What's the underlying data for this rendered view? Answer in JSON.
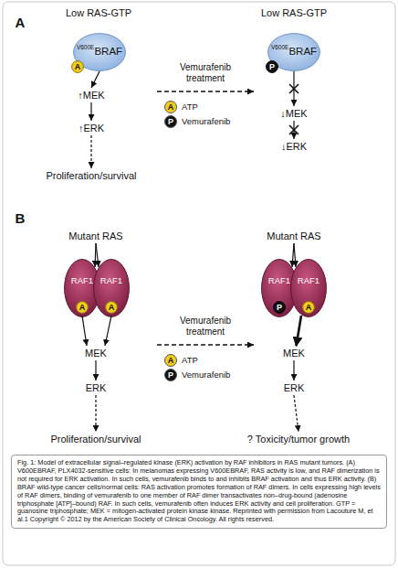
{
  "diagram": {
    "caption": "Fig. 1: Model of extracellular signal–regulated kinase (ERK) activation by RAF inhibitors in RAS mutant tumors. (A) V600EBRAF, PLX4032-sensitive cells: In melanomas expressing V600EBRAF, RAS activity is low, and RAF dimerization is not required for ERK activation. In such cells, vemurafenib binds to and inhibits BRAF activation and thus ERK activity. (B) BRAF wild-type cancer cells/normal cells: RAS activation promotes formation of RAF dimers. In cells expressing high levels of RAF dimers, binding of vemurafenib to one member of RAF dimer transactivates non–drug-bound (adenosine triphosphate [ATP]–bound) RAF. In such cells, vemurafenib often induces ERK activity and cell proliferation. GTP = guanosine triphosphate; MEK = mitogen-activated protein kinase kinase. Reprinted with permission from Lacouture M, et al.1 Copyright © 2012 by the American Society of Clinical Oncology. All rights reserved.",
    "nodes": [
      {
        "text": [
          "V600E",
          "BRAF"
        ]
      },
      {
        "text": [
          "A"
        ],
        "in": 0
      },
      {
        "text": [
          "↑MEK"
        ]
      },
      {
        "text": [
          "↑ERK"
        ]
      },
      {
        "text": [
          "Proliferation/survival"
        ]
      },
      {
        "text": [
          "V600E",
          "BRAF"
        ]
      },
      {
        "text": [
          "P"
        ],
        "in": 5
      },
      {
        "text": [
          "↓MEK"
        ]
      },
      {
        "text": [
          "↓ERK"
        ]
      },
      {
        "text": [
          "Mutant RAS"
        ]
      },
      {
        "text": [
          "RAF1"
        ]
      },
      {
        "text": [
          "A"
        ],
        "in": 10
      },
      {
        "text": [
          "RAF1"
        ]
      },
      {
        "text": [
          "A"
        ],
        "in": 12
      },
      {
        "text": [
          "MEK"
        ]
      },
      {
        "text": [
          "ERK"
        ]
      },
      {
        "text": [
          "Proliferation/survival"
        ]
      },
      {
        "text": [
          "Mutant RAS"
        ]
      },
      {
        "text": [
          "RAF1"
        ]
      },
      {
        "text": [
          "P"
        ],
        "in": 18
      },
      {
        "text": [
          "RAF1"
        ]
      },
      {
        "text": [
          "A"
        ],
        "in": 20
      },
      {
        "text": [
          "MEK"
        ]
      },
      {
        "text": [
          "ERK"
        ]
      },
      {
        "text": [
          "? Toxicity/tumor growth"
        ]
      }
    ],
    "edges": [
      {
        "from": 0,
        "to": 2,
        "arrow": "to"
      },
      {
        "from": 2,
        "to": 3,
        "arrow": "to"
      },
      {
        "from": 3,
        "to": 4,
        "arrow": "to"
      },
      {
        "from": 5,
        "to": 7,
        "arrow": "to"
      },
      {
        "from": 7,
        "to": 8,
        "arrow": "to"
      },
      {
        "from": 9,
        "to": 10,
        "arrow": "to"
      },
      {
        "from": 9,
        "to": 12,
        "arrow": "to"
      },
      {
        "from": 10,
        "to": 14,
        "arrow": "to"
      },
      {
        "from": 12,
        "to": 14,
        "arrow": "to"
      },
      {
        "from": 14,
        "to": 15,
        "arrow": "to"
      },
      {
        "from": 15,
        "to": 16,
        "arrow": "to"
      },
      {
        "from": 17,
        "to": 18,
        "arrow": "to"
      },
      {
        "from": 17,
        "to": 20,
        "arrow": "to"
      },
      {
        "from": 20,
        "to": 22,
        "arrow": "to"
      },
      {
        "from": 22,
        "to": 23,
        "arrow": "to"
      },
      {
        "from": 23,
        "to": 24,
        "arrow": "to"
      }
    ],
    "labels": [
      "A",
      "Low RAS-GTP",
      "Low RAS-GTP",
      "Vemurafenib treatment",
      "A",
      "P",
      "B",
      "Vemurafenib treatment",
      "A",
      "P"
    ],
    "legend": [
      {
        "text": "ATP",
        "color": "#f2cc1b"
      },
      {
        "text": "Vemurafenib",
        "color": "#111111"
      },
      {
        "text": "ATP",
        "color": "#f2cc1b"
      },
      {
        "text": "Vemurafenib",
        "color": "#111111"
      }
    ]
  }
}
